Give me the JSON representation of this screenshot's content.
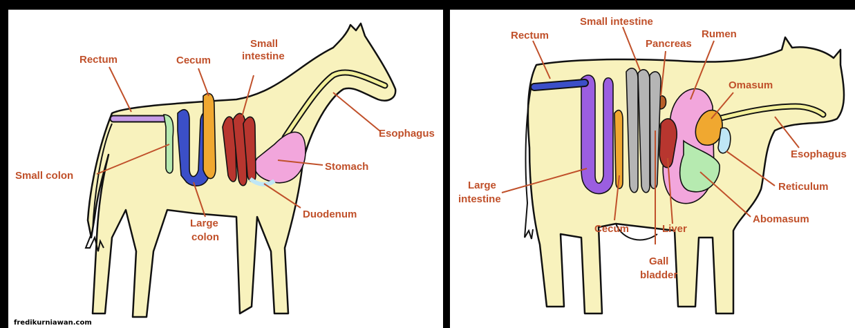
{
  "horse": {
    "labels": {
      "rectum": "Rectum",
      "cecum": "Cecum",
      "small_intestine_1": "Small",
      "small_intestine_2": "intestine",
      "esophagus": "Esophagus",
      "stomach": "Stomach",
      "small_colon": "Small colon",
      "duodenum": "Duodenum",
      "large_colon_1": "Large",
      "large_colon_2": "colon"
    },
    "watermark": "fredikurniawan.com"
  },
  "cow": {
    "labels": {
      "rectum": "Rectum",
      "small_intestine": "Small intestine",
      "pancreas": "Pancreas",
      "rumen": "Rumen",
      "omasum": "Omasum",
      "esophagus": "Esophagus",
      "reticulum": "Reticulum",
      "abomasum": "Abomasum",
      "large_intestine_1": "Large",
      "large_intestine_2": "intestine",
      "cecum": "Cecum",
      "liver": "Liver",
      "gall_bladder_1": "Gall",
      "gall_bladder_2": "bladder"
    }
  },
  "colors": {
    "label": "#c0502a",
    "body": "#f8f2bd",
    "blue": "#3b4fc8",
    "purple": "#9b5ee0",
    "orange": "#f0a830",
    "red": "#b8362f",
    "pink": "#f2a6dc",
    "green": "#b6eab0",
    "gray": "#b5b5b5",
    "lightblue": "#bfe6f5"
  }
}
